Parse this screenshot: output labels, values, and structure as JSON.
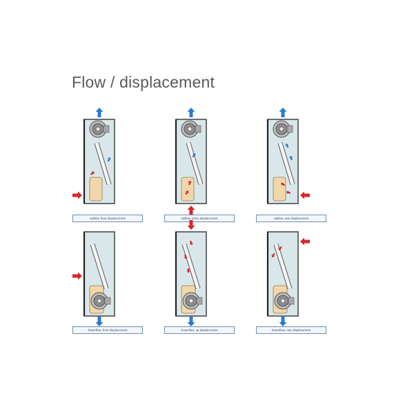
{
  "title": "Flow / displacement",
  "units": [
    {
      "caption": "Upflow, front displacement",
      "flow": "upflow",
      "displacement": "front"
    },
    {
      "caption": "Upflow, down displacement",
      "flow": "upflow",
      "displacement": "down"
    },
    {
      "caption": "Upflow, rear displacement",
      "flow": "upflow",
      "displacement": "rear"
    },
    {
      "caption": "Downflow, front displacement",
      "flow": "downflow",
      "displacement": "front"
    },
    {
      "caption": "Downflow, up displacement",
      "flow": "downflow",
      "displacement": "up"
    },
    {
      "caption": "Downflow, rear displacement",
      "flow": "downflow",
      "displacement": "rear"
    }
  ],
  "colors": {
    "cabinet_fill": "#d9e7ea",
    "cabinet_stroke": "#4b4b4b",
    "heater": "#f2d7a9",
    "fan": "#9a9a9a",
    "coil": "#e6e6e6",
    "warm_arrow": "#d7262e",
    "cool_arrow": "#2a7bd0",
    "caption_border": "#6d8fb0",
    "caption_text": "#2f4f7a"
  }
}
